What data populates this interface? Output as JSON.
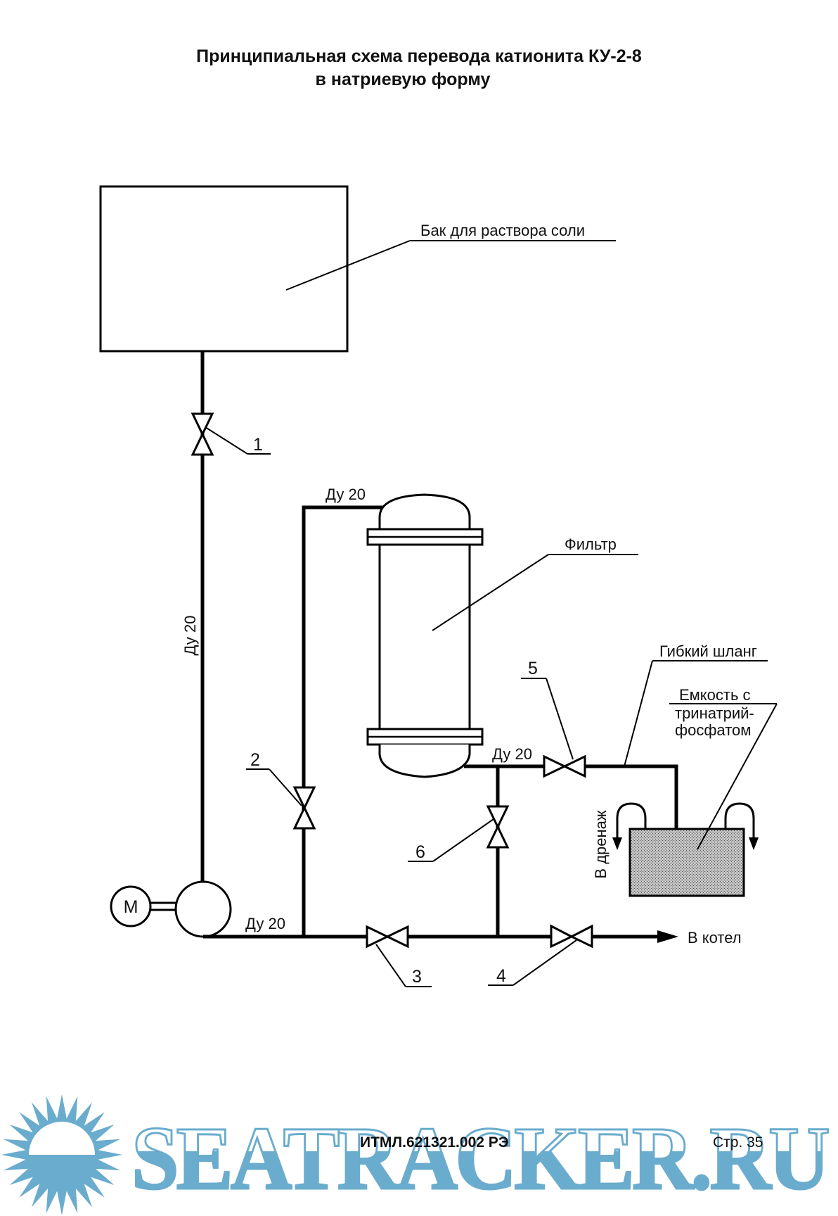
{
  "title": {
    "line1": "Принципиальная схема перевода катионита КУ-2-8",
    "line2": "в натриевую форму"
  },
  "components": {
    "salt_tank": "Бак для раствора соли",
    "filter": "Фильтр",
    "hose": "Гибкий шланг",
    "container_line1": "Емкость с",
    "container_line2": "тринатрий-",
    "container_line3": "фосфатом",
    "motor": "М",
    "pump": "pump"
  },
  "pipe_labels": {
    "vertical_left": "Ду 20",
    "filter_top": "Ду 20",
    "filter_bottom": "Ду 20",
    "pump_outlet": "Ду 20"
  },
  "valves": [
    {
      "id": "1"
    },
    {
      "id": "2"
    },
    {
      "id": "3"
    },
    {
      "id": "4"
    },
    {
      "id": "5"
    },
    {
      "id": "6"
    }
  ],
  "outputs": {
    "drain": "В дренаж",
    "boiler": "В котел"
  },
  "footer": {
    "doc_code": "ИТМЛ.621321.002 РЭ",
    "page": "Стр. 35"
  },
  "watermark": {
    "text": "SEATRACKER.RU",
    "color": "#6aaccd"
  }
}
